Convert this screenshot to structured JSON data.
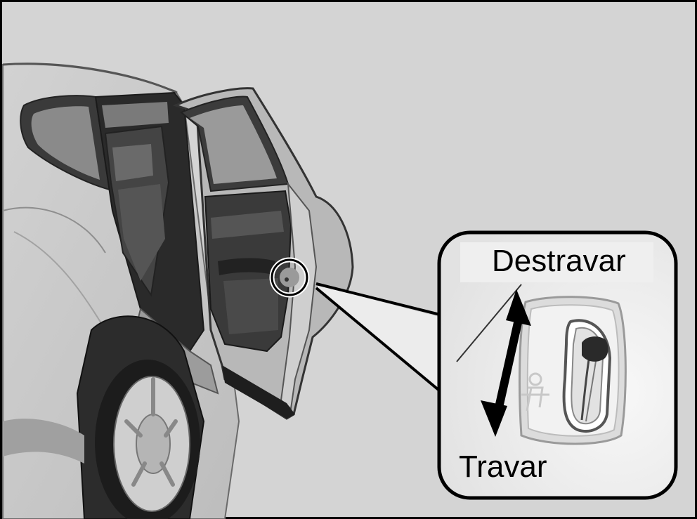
{
  "callout": {
    "unlock_label": "Destravar",
    "lock_label": "Travar"
  },
  "colors": {
    "background": "#d4d4d4",
    "frame": "#000000",
    "car_body": "#c9c9c9",
    "callout_fill": "#ececec"
  },
  "icons": [
    "car-illustration",
    "child-lock-lever-icon",
    "double-arrow-icon",
    "highlight-circle-icon"
  ]
}
